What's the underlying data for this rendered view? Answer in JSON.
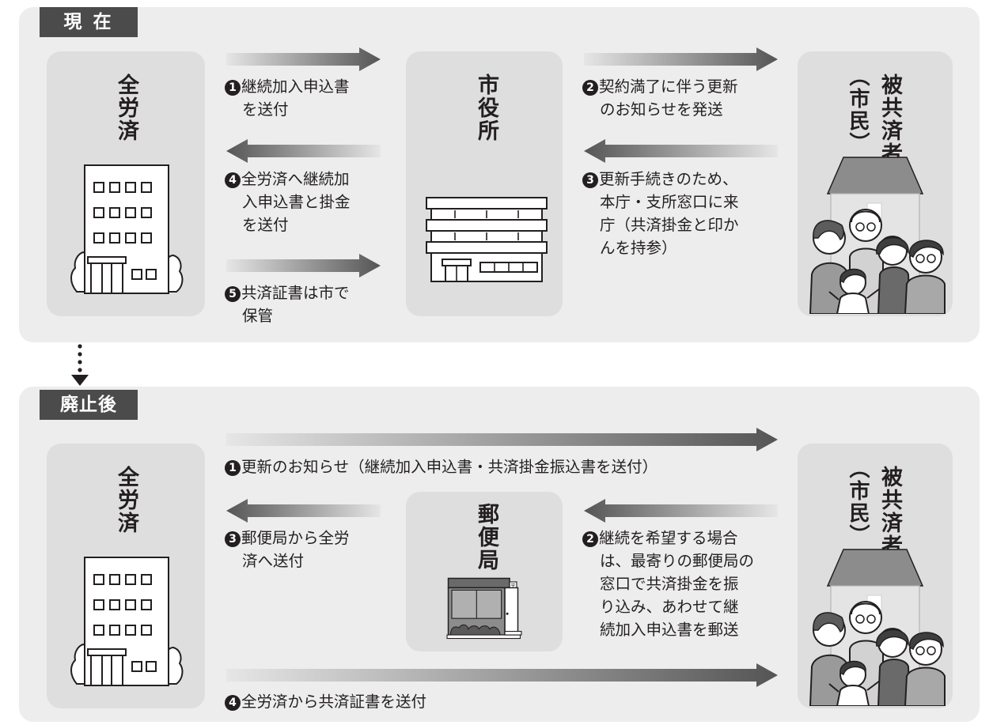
{
  "sections": {
    "current": {
      "tag": "現 在",
      "entities": {
        "zenrosai": "全労済",
        "city_hall": "市役所",
        "insured_main": "被共済者",
        "insured_sub": "（市民）"
      },
      "steps": [
        {
          "num": "1",
          "lines": [
            "継続加入申込書",
            "を送付"
          ]
        },
        {
          "num": "2",
          "lines": [
            "契約満了に伴う更新",
            "のお知らせを発送"
          ]
        },
        {
          "num": "3",
          "lines": [
            "更新手続きのため、",
            "本庁・支所窓口に来",
            "庁（共済掛金と印か",
            "んを持参）"
          ]
        },
        {
          "num": "4",
          "lines": [
            "全労済へ継続加",
            "入申込書と掛金",
            "を送付"
          ]
        },
        {
          "num": "5",
          "lines": [
            "共済証書は市で",
            "保管"
          ]
        }
      ]
    },
    "after": {
      "tag": "廃止後",
      "entities": {
        "zenrosai": "全労済",
        "post_office": "郵便局",
        "insured_main": "被共済者",
        "insured_sub": "（市民）"
      },
      "steps": [
        {
          "num": "1",
          "lines": [
            "更新のお知らせ（継続加入申込書・共済掛金振込書を送付）"
          ]
        },
        {
          "num": "2",
          "lines": [
            "継続を希望する場合",
            "は、最寄りの郵便局の",
            "窓口で共済掛金を振",
            "り込み、あわせて継",
            "続加入申込書を郵送"
          ]
        },
        {
          "num": "3",
          "lines": [
            "郵便局から全労",
            "済へ送付"
          ]
        },
        {
          "num": "4",
          "lines": [
            "全労済から共済証書を送付"
          ]
        }
      ]
    }
  },
  "colors": {
    "panel": "#ededed",
    "box": "#dedede",
    "tag": "#4b4b4b",
    "arrow_dark": "#555555",
    "arrow_light": "#e6e6e6"
  },
  "icons": [
    "office-building-icon",
    "city-hall-icon",
    "post-office-icon",
    "family-house-icon",
    "down-arrow-icon"
  ]
}
